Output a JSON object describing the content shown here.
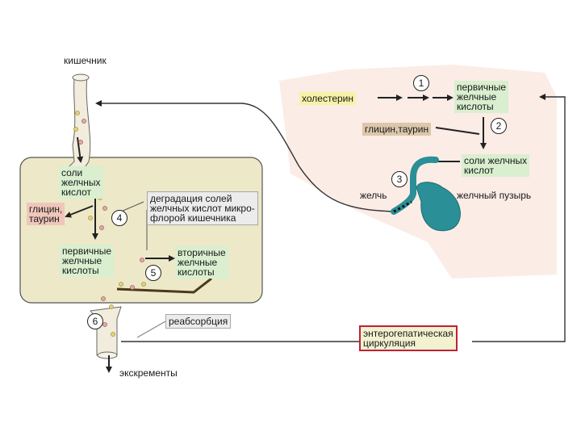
{
  "labels": {
    "intestine": "кишечник",
    "cholesterol": "холестерин",
    "primary_liver": "первичные\nжелчные\nкислоты",
    "glycine_taurine_liver": "глицин,таурин",
    "bile_salts_liver": "соли желчных\nкислот",
    "bile": "желчь",
    "gallbladder": "желчный пузырь",
    "bile_salts_gut": "соли\nжелчных\nкислот",
    "glycine_taurine_gut": "глицин,\nтаурин",
    "degradation": "деградация солей\nжелчных кислот микро-\nфлорой кишечника",
    "primary_gut": "первичные\nжелчные\nкислоты",
    "secondary": "вторичные\nжелчные\nкислоты",
    "reabsorption": "реабсорбция",
    "enterohepatic": "энтерогепатическая\nциркуляция",
    "excrement": "экскременты"
  },
  "steps": [
    "1",
    "2",
    "3",
    "4",
    "5",
    "6"
  ],
  "colors": {
    "liver": "#fbece6",
    "intestine_area": "#ede8c8",
    "gallbladder": "#2a8f97",
    "highlight_border": "#c0203a"
  }
}
